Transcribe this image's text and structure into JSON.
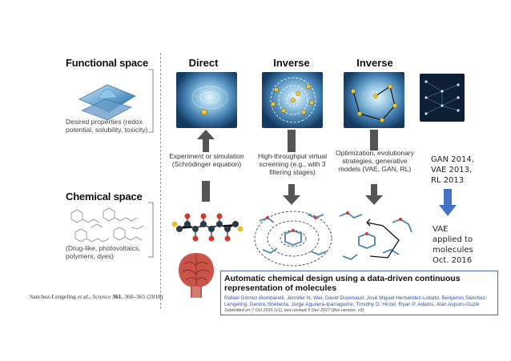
{
  "left": {
    "functional_space": "Functional space",
    "desired_properties": "Desired properties (redox potential, solubility, toxicity)",
    "chemical_space": "Chemical space",
    "chemical_examples": "(Drug-like, photovoltaics, polymers, dyes)",
    "citation_prefix": "Sanchez-Lengeling ",
    "citation_italic": "et al., Science ",
    "citation_vol": "361",
    "citation_suffix": ", 360–365 (2018)"
  },
  "columns": [
    {
      "title": "Direct",
      "caption": "Experiment or simulation (Schrödinger equation)"
    },
    {
      "title": "Inverse",
      "caption": "High-throughput virtual screening (e.g., with 3 filtering stages)"
    },
    {
      "title": "Inverse",
      "caption": "Optimization, evolutionary strategies, generative models (VAE, GAN, RL)"
    }
  ],
  "notes": {
    "gan": [
      "GAN 2014,",
      "VAE 2013,",
      "RL 2013"
    ],
    "vae": [
      "VAE",
      "applied to",
      "molecules",
      "Oct. 2016"
    ]
  },
  "paper": {
    "title": "Automatic chemical design using a data-driven continuous representation of molecules",
    "authors": "Rafael Gómez-Bombarelli, Jennifer N. Wei, David Duvenaud, José Miguel Hernández-Lobato, Benjamín Sánchez-Lengeling, Dennis Sheberla, Jorge Aguilera-Iparraguirre, Timothy D. Hirzel, Ryan P. Adams, Alán Aspuru-Guzik",
    "dates": "Submitted on 7 Oct 2016 (v1), last revised 5 Dec 2017 (this version, v3)"
  },
  "colors": {
    "panel_dark": "#1e4c7e",
    "panel_mid": "#4f86b5",
    "panel_light": "#b9dcee",
    "arrow_gray": "#555555",
    "down_arrow_blue": "#4472c4",
    "author_blue": "#2b56a8"
  }
}
